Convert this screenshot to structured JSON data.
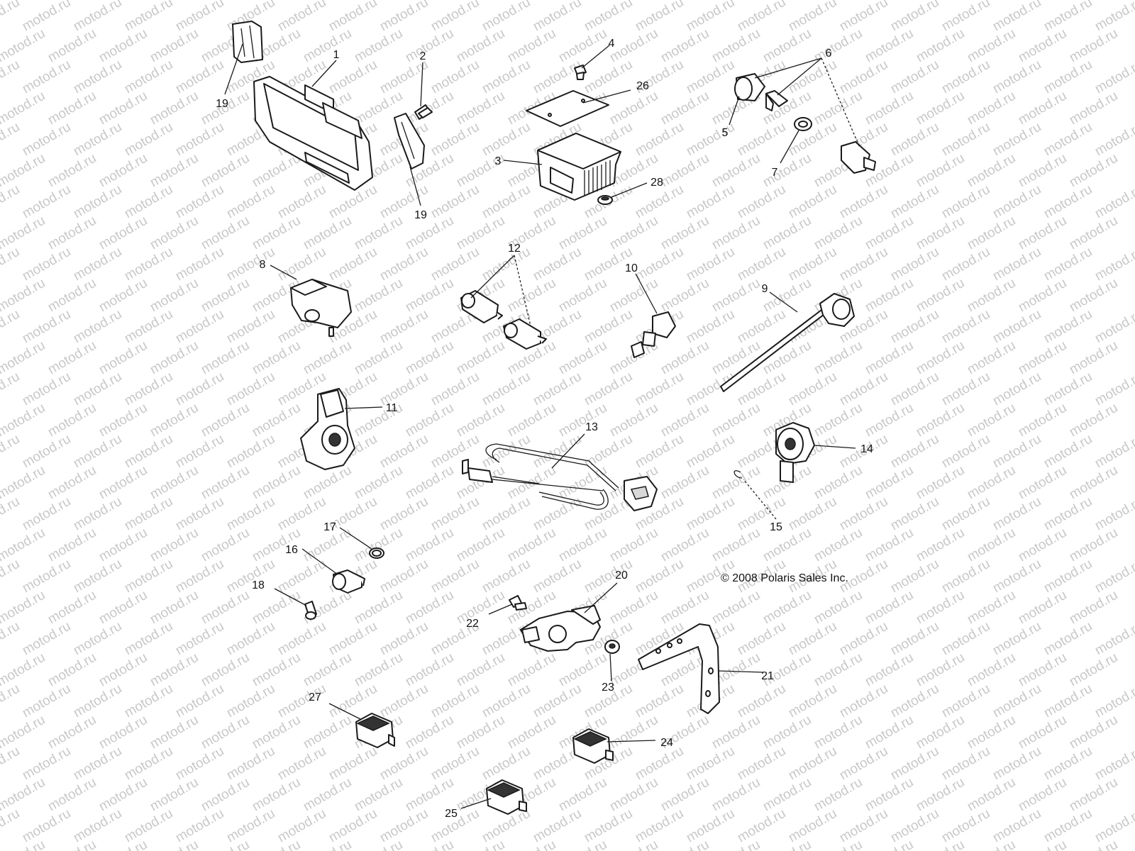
{
  "watermark_text": "motod.ru",
  "copyright": "© 2008 Polaris Sales Inc.",
  "callouts": [
    "1",
    "2",
    "3",
    "4",
    "5",
    "6",
    "7",
    "8",
    "9",
    "10",
    "11",
    "12",
    "13",
    "14",
    "15",
    "16",
    "17",
    "18",
    "19",
    "19",
    "20",
    "21",
    "22",
    "23",
    "24",
    "25",
    "26",
    "27",
    "28"
  ],
  "colors": {
    "line": "#1a1a1a",
    "watermark": "#c8c8c8",
    "background": "#ffffff"
  }
}
